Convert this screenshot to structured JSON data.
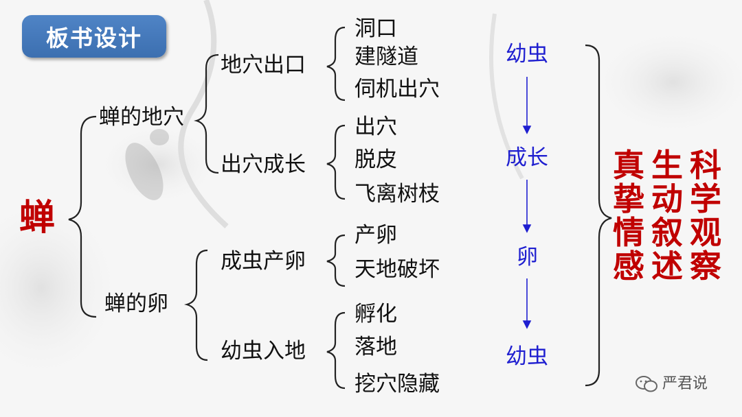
{
  "title": "板书设计",
  "root": "蝉",
  "level1": [
    "蝉的地穴",
    "蝉的卵"
  ],
  "level2": [
    "地穴出口",
    "出穴成长",
    "成虫产卵",
    "幼虫入地"
  ],
  "level3": [
    [
      "洞口",
      "建隧道",
      "伺机出穴"
    ],
    [
      "出穴",
      "脱皮",
      "飞离树枝"
    ],
    [
      "产卵",
      "天地破坏"
    ],
    [
      "孵化",
      "落地",
      "挖穴隐藏"
    ]
  ],
  "cycle": [
    "幼虫",
    "成长",
    "卵",
    "幼虫"
  ],
  "summary": {
    "col1": [
      "真",
      "挚",
      "情",
      "感"
    ],
    "col2": [
      "生",
      "动",
      "叙",
      "述"
    ],
    "col3": [
      "科",
      "学",
      "观",
      "察"
    ]
  },
  "watermark": "严君说",
  "colors": {
    "root": "#c00000",
    "cycle": "#1f1fd0",
    "summary": "#c00000",
    "title_bg": "#4a7dbd"
  }
}
